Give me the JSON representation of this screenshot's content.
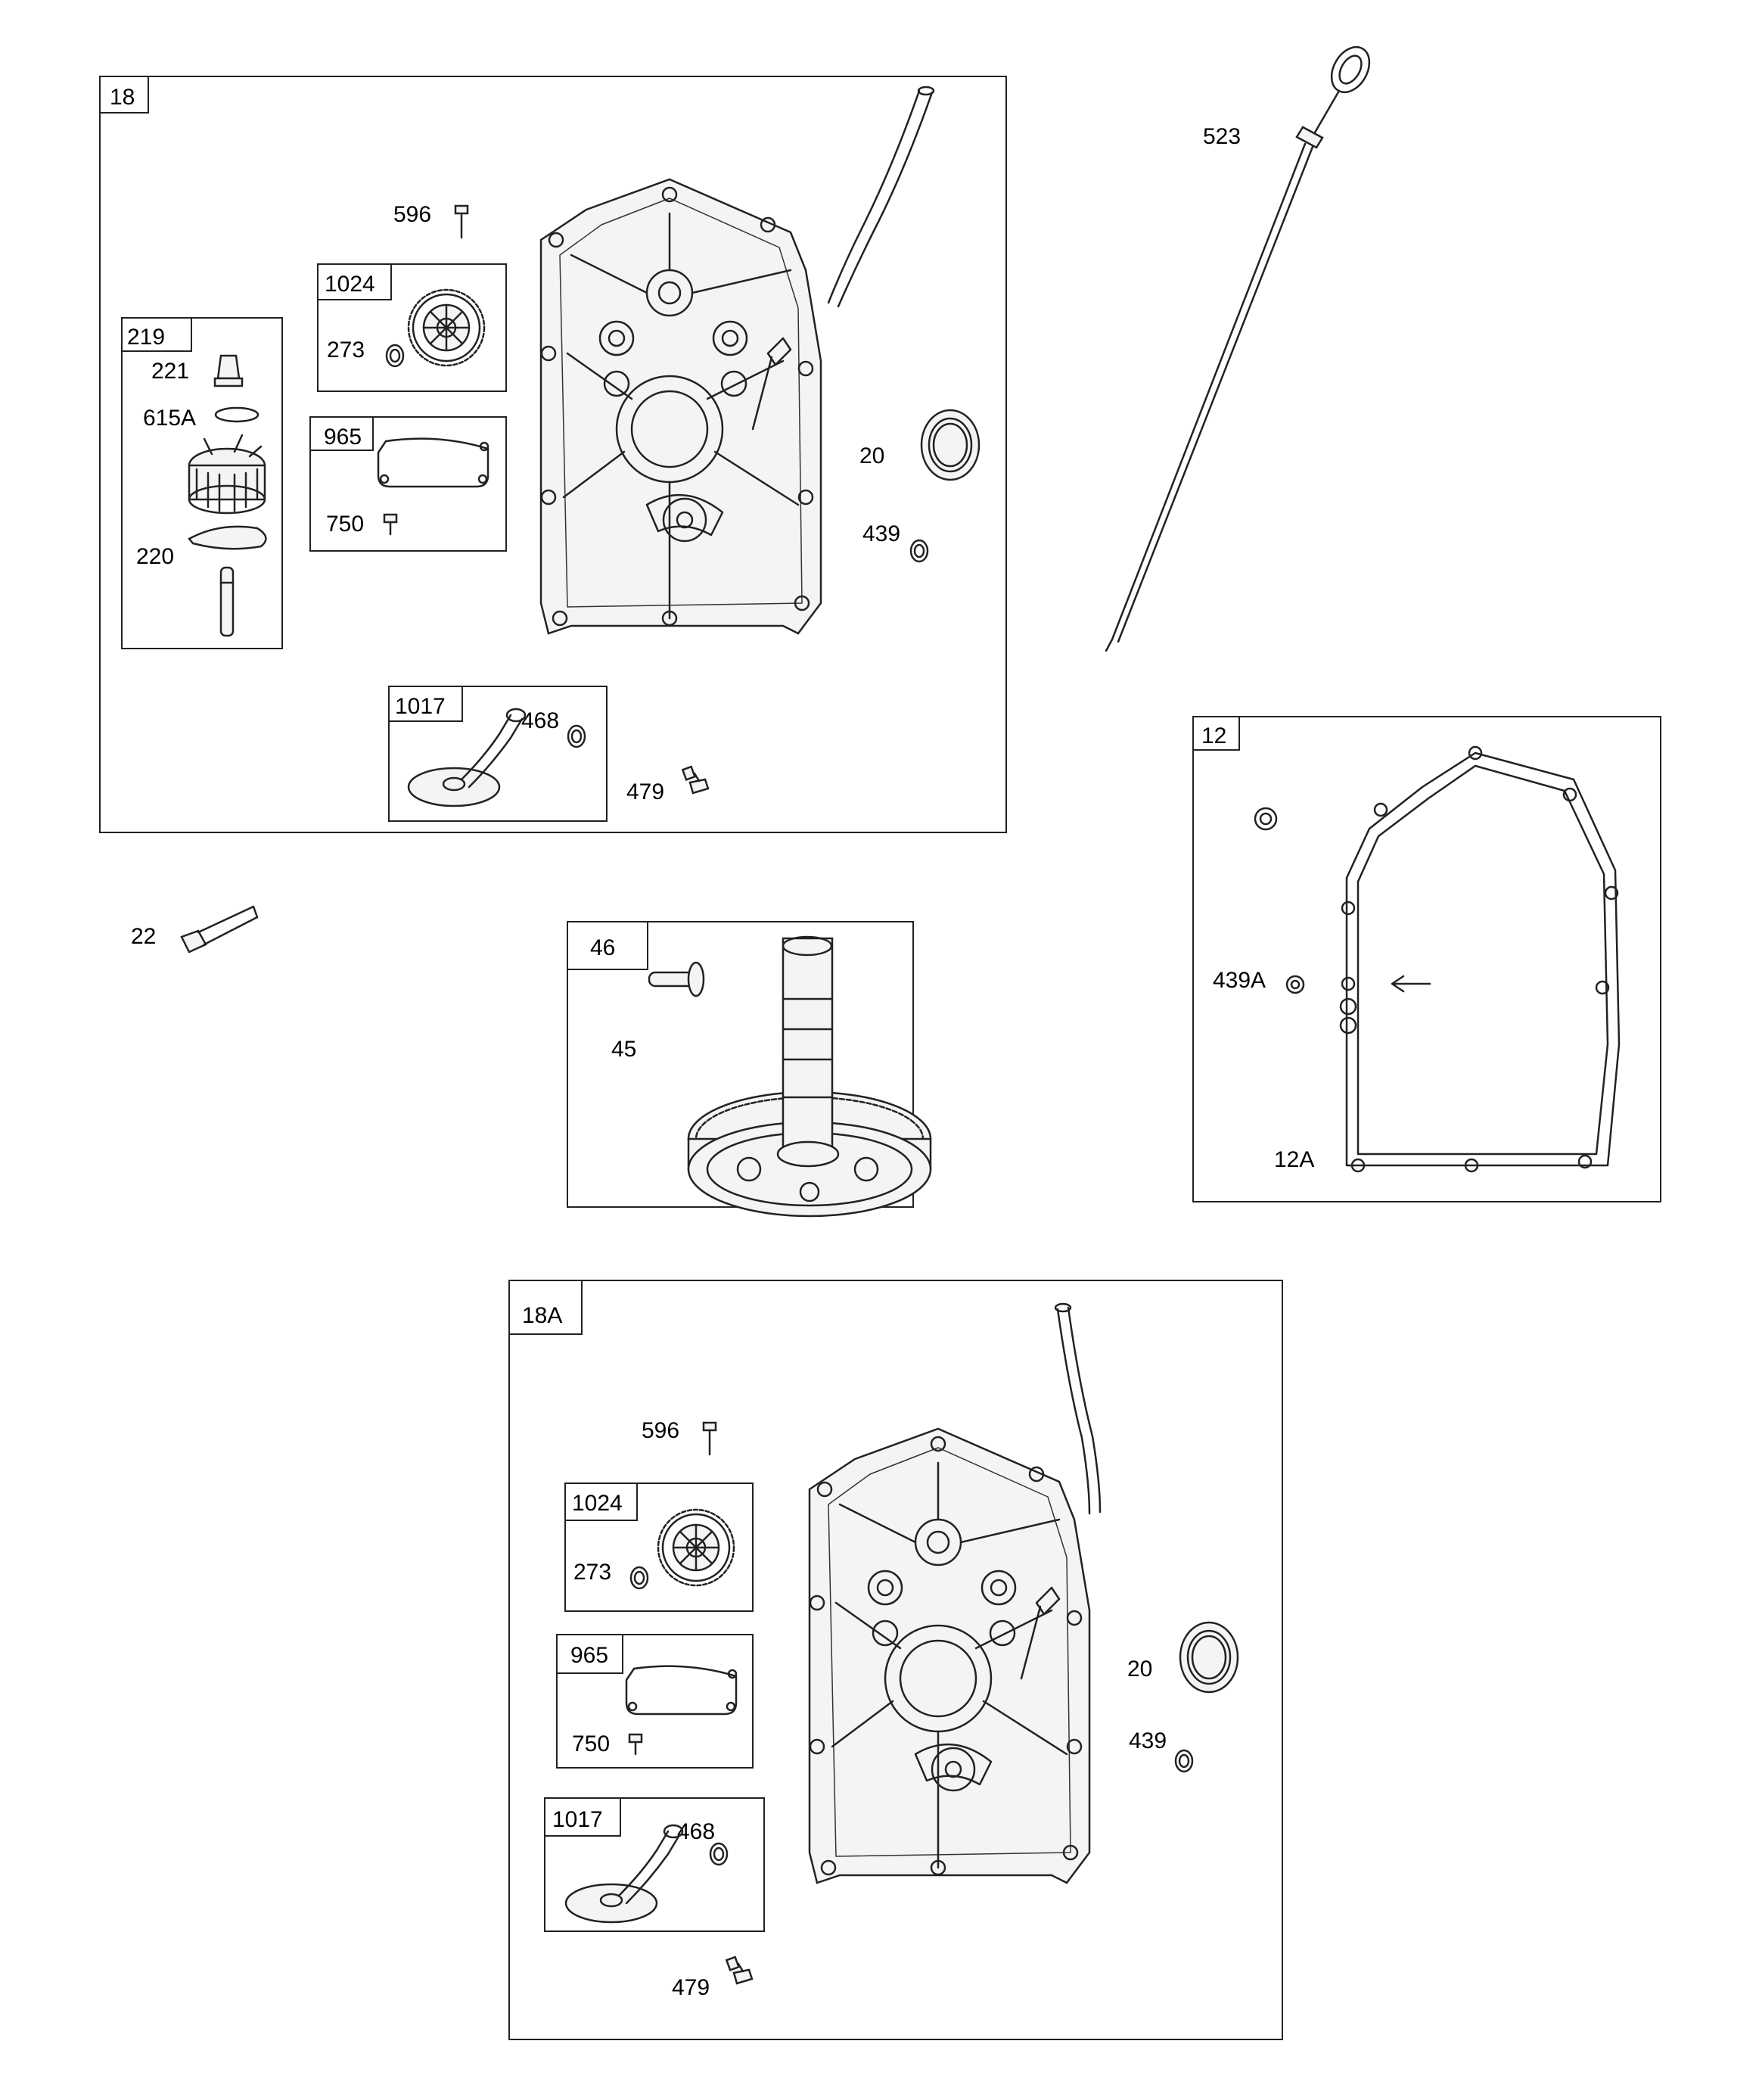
{
  "labels": {
    "box_18": "18",
    "p596": "596",
    "box_1024": "1024",
    "p273": "273",
    "box_219": "219",
    "p221": "221",
    "p615a": "615A",
    "p220": "220",
    "box_965": "965",
    "p750": "750",
    "p20": "20",
    "p439": "439",
    "box_1017": "1017",
    "p468": "468",
    "p479": "479",
    "p523": "523",
    "box_12": "12",
    "p439a": "439A",
    "p12a": "12A",
    "p22": "22",
    "box_46": "46",
    "p45": "45",
    "box_18a": "18A",
    "p596b": "596",
    "box_1024b": "1024",
    "p273b": "273",
    "box_965b": "965",
    "p750b": "750",
    "box_1017b": "1017",
    "p468b": "468",
    "p20b": "20",
    "p439b": "439",
    "p479b": "479"
  }
}
